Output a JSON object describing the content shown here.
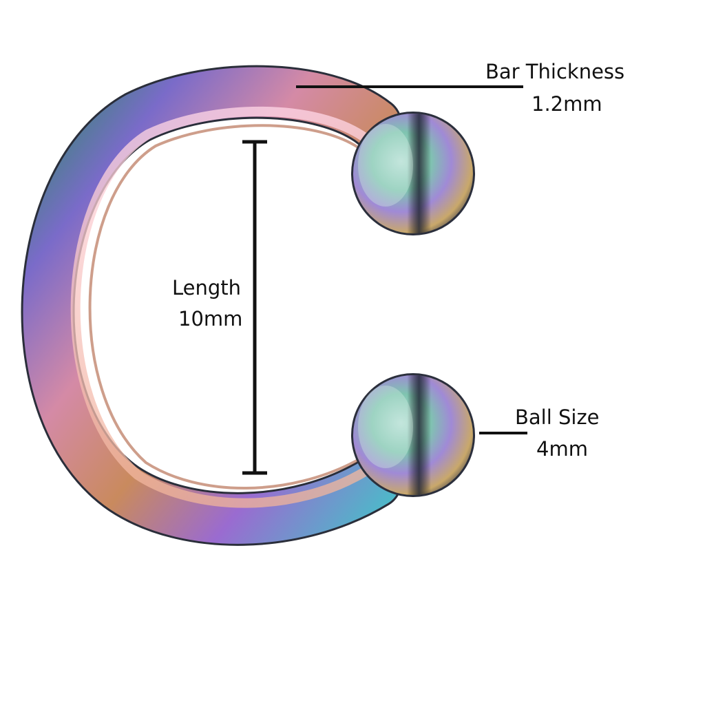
{
  "annotations": {
    "bar_thickness": {
      "label": "Bar Thickness",
      "value": "1.2mm"
    },
    "length": {
      "label": "Length",
      "value": "10mm"
    },
    "ball_size": {
      "label": "Ball Size",
      "value": "4mm"
    }
  },
  "colors": {
    "background": "#ffffff",
    "dimension_line": "#111111",
    "finish": [
      "#2f8a6a",
      "#7a6bc9",
      "#d48aa6",
      "#c98a5e",
      "#b9c25a",
      "#4fb7c9"
    ]
  },
  "icons": [
    "horseshoe-ring-icon",
    "ball-end-icon"
  ]
}
